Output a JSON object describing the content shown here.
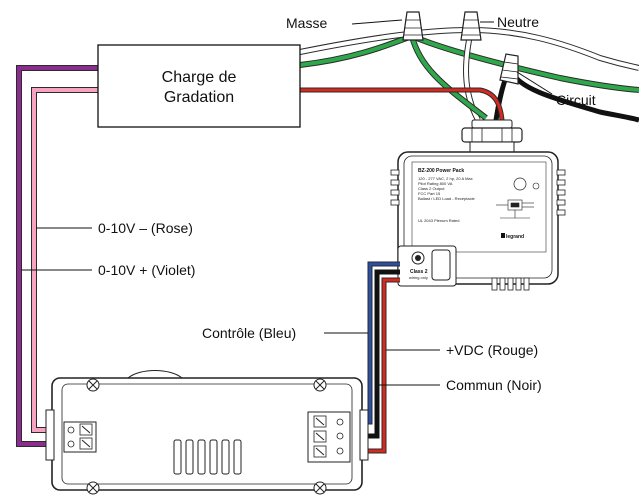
{
  "labels": {
    "masse": "Masse",
    "neutre": "Neutre",
    "circuit": "Circuit",
    "charge_line1": "Charge de",
    "charge_line2": "Gradation",
    "rose": "0-10V – (Rose)",
    "violet": "0-10V + (Violet)",
    "bleu": "Contrôle (Bleu)",
    "rouge": "+VDC (Rouge)",
    "noir": "Commun (Noir)"
  },
  "power_pack": {
    "title": "BZ-200 Power Pack",
    "spec_lines": [
      "120 - 277 VAC, 2 hp, 20 A Max",
      "Pilot Rating 800 VA",
      "Class 2 Output",
      "FCC Part 15",
      "Ballast / LED Load - Receptacle"
    ],
    "ul_text": "UL 2043 Plenum Rated",
    "class2_line1": "Class 2",
    "class2_line2": "wiring only",
    "brand": "legrand"
  },
  "colors": {
    "violet": "#8b2c8f",
    "rose": "#f5a3c1",
    "bleu": "#2b4fa3",
    "rouge": "#d62a20",
    "noir": "#111111",
    "vert": "#2ea84a",
    "blanc": "#ffffff"
  }
}
